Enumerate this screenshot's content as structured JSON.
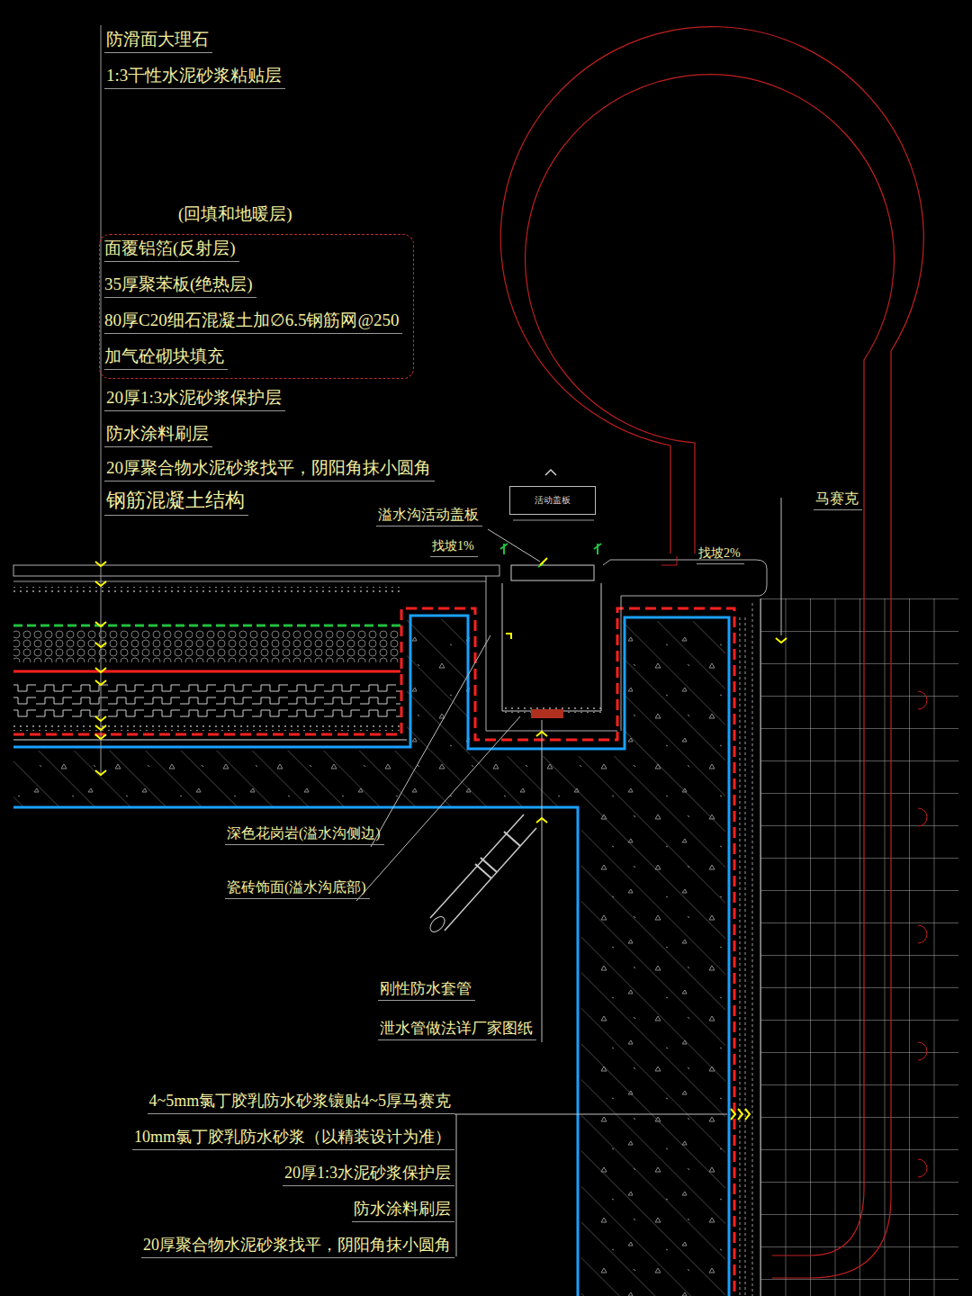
{
  "diagram": {
    "nodes": [
      {
        "text": [
          "(回填和地暖层)",
          "面覆铝箔(反射层)",
          "35厚聚苯板(绝热层)",
          "80厚C20细石混凝土加∅6.5钢筋网@250",
          "加气砼砌块填充"
        ]
      },
      {
        "text": [
          "活动盖板"
        ]
      }
    ],
    "labels": [
      "防滑面大理石",
      "1:3干性水泥砂浆粘贴层",
      "20厚1:3水泥砂浆保护层",
      "防水涂料刷层",
      "20厚聚合物水泥砂浆找平，阴阳角抹小圆角",
      "钢筋混凝土结构",
      "溢水沟活动盖板",
      "找坡1%",
      "找坡2%",
      "马赛克",
      "深色花岗岩(溢水沟侧边)",
      "瓷砖饰面(溢水沟底部)",
      "刚性防水套管",
      "泄水管做法详厂家图纸",
      "4~5mm氯丁胶乳防水砂浆镶贴4~5厚马赛克",
      "10mm氯丁胶乳防水砂浆（以精装设计为准）",
      "20厚1:3水泥砂浆保护层",
      "防水涂料刷层",
      "20厚聚合物水泥砂浆找平，阴阳角抹小圆角"
    ]
  }
}
